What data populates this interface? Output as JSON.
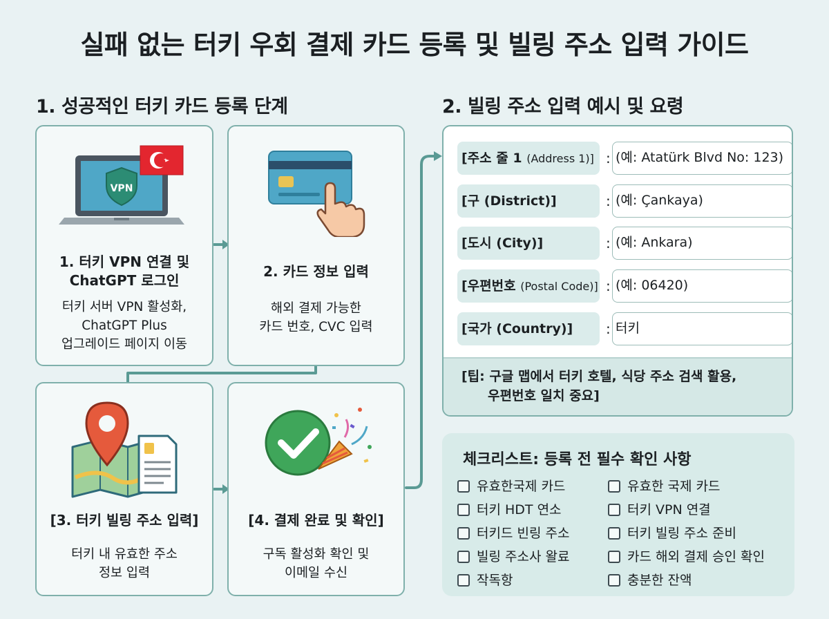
{
  "title": "실패 없는 터키 우회 결제 카드 등록 및 빌링 주소 입력 가이드",
  "section1": {
    "heading": "1. 성공적인 터키 카드 등록 단계",
    "steps": [
      {
        "title_line1": "1. 터키 VPN 연결 및",
        "title_line2": "ChatGPT 로그인",
        "desc_line1": "터키 서버 VPN 활성화,",
        "desc_line2": "ChatGPT Plus",
        "desc_line3": "업그레이드 페이지 이동",
        "icon": "laptop-vpn-icon",
        "badge": "VPN"
      },
      {
        "title_line1": "2. 카드 정보 입력",
        "desc_line1": "해외 결제 가능한",
        "desc_line2": "카드 번호, CVC 입력",
        "icon": "credit-card-icon"
      },
      {
        "title_line1": "[3. 터키 빌링 주소 입력]",
        "desc_line1": "터키 내 유효한 주소",
        "desc_line2": "정보 입력",
        "icon": "map-pin-icon"
      },
      {
        "title_line1": "[4. 결제 완료 및 확인]",
        "desc_line1": "구독 활성화 확인 및",
        "desc_line2": "이메일 수신",
        "icon": "checkmark-party-icon"
      }
    ]
  },
  "section2": {
    "heading": "2. 빌링 주소 입력 예시 및 요령",
    "rows": [
      {
        "label": "[주소 줄 1",
        "label_en": "(Address 1)]",
        "colon": ":",
        "value": "(예: Atatürk Blvd No: 123)"
      },
      {
        "label": "[구 (District)]",
        "label_en": "",
        "colon": ":",
        "value": "(예: Çankaya)"
      },
      {
        "label": "[도시 (City)]",
        "label_en": "",
        "colon": ":",
        "value": "(예: Ankara)"
      },
      {
        "label": "[우편번호",
        "label_en": "(Postal Code)]",
        "colon": ":",
        "value": "(예: 06420)"
      },
      {
        "label": "[국가 (Country)]",
        "label_en": "",
        "colon": ":",
        "value": "터키"
      }
    ],
    "tip_line1": "[팁: 구글 맵에서 터키 호텔, 식당 주소 검색 활용,",
    "tip_line2": "우편번호 일치 중요]"
  },
  "checklist": {
    "title": "체크리스트: 등록 전 필수 확인 사항",
    "left": [
      "유효한국제 카드",
      "터키 HDT 연소",
      "터키드 빈링 주소",
      "빌링 주소사 왈료",
      "작독항"
    ],
    "right": [
      "유효한 국제 카드",
      "터키 VPN 연결",
      "터키 빌링 주소 준비",
      "카드 해외 결제 승인 확인",
      "충분한 잔액"
    ]
  },
  "colors": {
    "accent": "#5a9a94",
    "card_border": "#7fb0ab",
    "label_bg": "#dbeceb",
    "checklist_bg": "#d8ebe9",
    "flag_red": "#e3262f"
  }
}
